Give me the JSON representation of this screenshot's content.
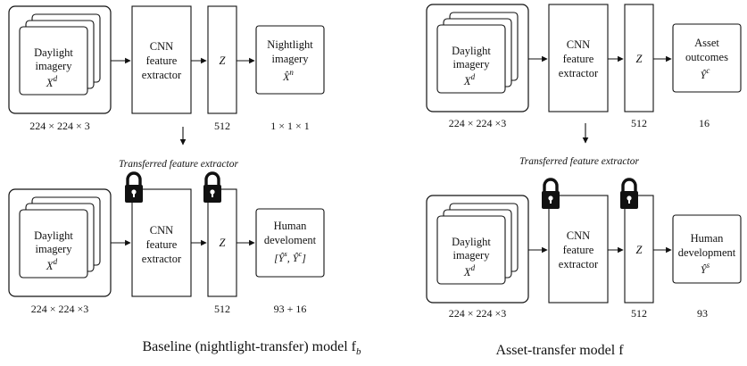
{
  "left": {
    "top": {
      "input": {
        "l1": "Daylight",
        "l2": "imagery",
        "sym": "X",
        "sup": "d",
        "size": "224 × 224 × 3"
      },
      "cnn": {
        "l1": "CNN",
        "l2": "feature",
        "l3": "extractor"
      },
      "z": {
        "label": "Z",
        "size": "512"
      },
      "out": {
        "l1": "Nightlight",
        "l2": "imagery",
        "sym": "X̂",
        "sup": "n",
        "size": "1 × 1 × 1"
      }
    },
    "transfer_label": "Transferred feature extractor",
    "bottom": {
      "input": {
        "l1": "Daylight",
        "l2": "imagery",
        "sym": "X",
        "sup": "d",
        "size": "224 × 224 ×3"
      },
      "cnn": {
        "l1": "CNN",
        "l2": "feature",
        "l3": "extractor"
      },
      "z": {
        "label": "Z",
        "size": "512"
      },
      "out": {
        "l1": "Human",
        "l2": "develoment",
        "expr": "[Ŷ",
        "expr_sup1": "s",
        "expr_mid": ", Ŷ",
        "expr_sup2": "c",
        "expr_end": "]",
        "size": "93 + 16"
      }
    },
    "caption": {
      "text": "Baseline (nightlight-transfer) model f",
      "sub": "b"
    }
  },
  "right": {
    "top": {
      "input": {
        "l1": "Daylight",
        "l2": "imagery",
        "sym": "X",
        "sup": "d",
        "size": "224 × 224 ×3"
      },
      "cnn": {
        "l1": "CNN",
        "l2": "feature",
        "l3": "extractor"
      },
      "z": {
        "label": "Z",
        "size": "512"
      },
      "out": {
        "l1": "Asset",
        "l2": "outcomes",
        "sym": "Ŷ",
        "sup": "c",
        "size": "16"
      }
    },
    "transfer_label": "Transferred feature extractor",
    "bottom": {
      "input": {
        "l1": "Daylight",
        "l2": "imagery",
        "sym": "X",
        "sup": "d",
        "size": "224 × 224 ×3"
      },
      "cnn": {
        "l1": "CNN",
        "l2": "feature",
        "l3": "extractor"
      },
      "z": {
        "label": "Z",
        "size": "512"
      },
      "out": {
        "l1": "Human",
        "l2": "development",
        "sym": "Ŷ",
        "sup": "s",
        "size": "93"
      }
    },
    "caption": {
      "text": "Asset-transfer model f"
    }
  }
}
